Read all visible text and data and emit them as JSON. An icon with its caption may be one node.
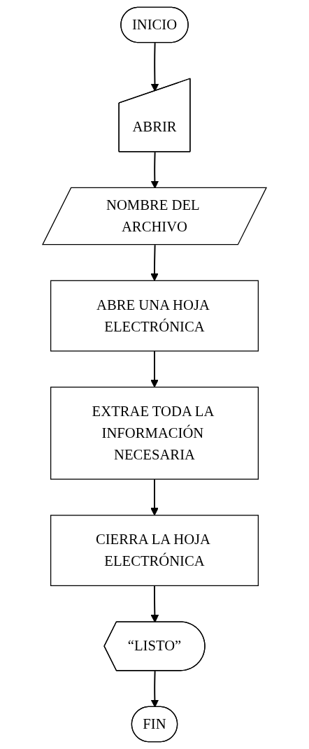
{
  "diagram": {
    "nodes": [
      {
        "text": [
          "INICIO"
        ]
      },
      {
        "text": [
          "ABRIR"
        ]
      },
      {
        "text": [
          "NOMBRE DEL ARCHIVO"
        ]
      },
      {
        "text": [
          "ABRE UNA HOJA ELECTRÓNICA"
        ]
      },
      {
        "text": [
          "EXTRAE TODA LA INFORMACIÓN NECESARIA"
        ]
      },
      {
        "text": [
          "CIERRA LA HOJA ELECTRÓNICA"
        ]
      },
      {
        "text": [
          "“LISTO”"
        ]
      },
      {
        "text": [
          "FIN"
        ]
      }
    ],
    "edges": [
      {
        "from": 0,
        "to": 1,
        "arrow": "to"
      },
      {
        "from": 1,
        "to": 2,
        "arrow": "to"
      },
      {
        "from": 2,
        "to": 3,
        "arrow": "to"
      },
      {
        "from": 3,
        "to": 4,
        "arrow": "to"
      },
      {
        "from": 4,
        "to": 5,
        "arrow": "to"
      },
      {
        "from": 5,
        "to": 6,
        "arrow": "to"
      },
      {
        "from": 6,
        "to": 7,
        "arrow": "to"
      }
    ]
  }
}
